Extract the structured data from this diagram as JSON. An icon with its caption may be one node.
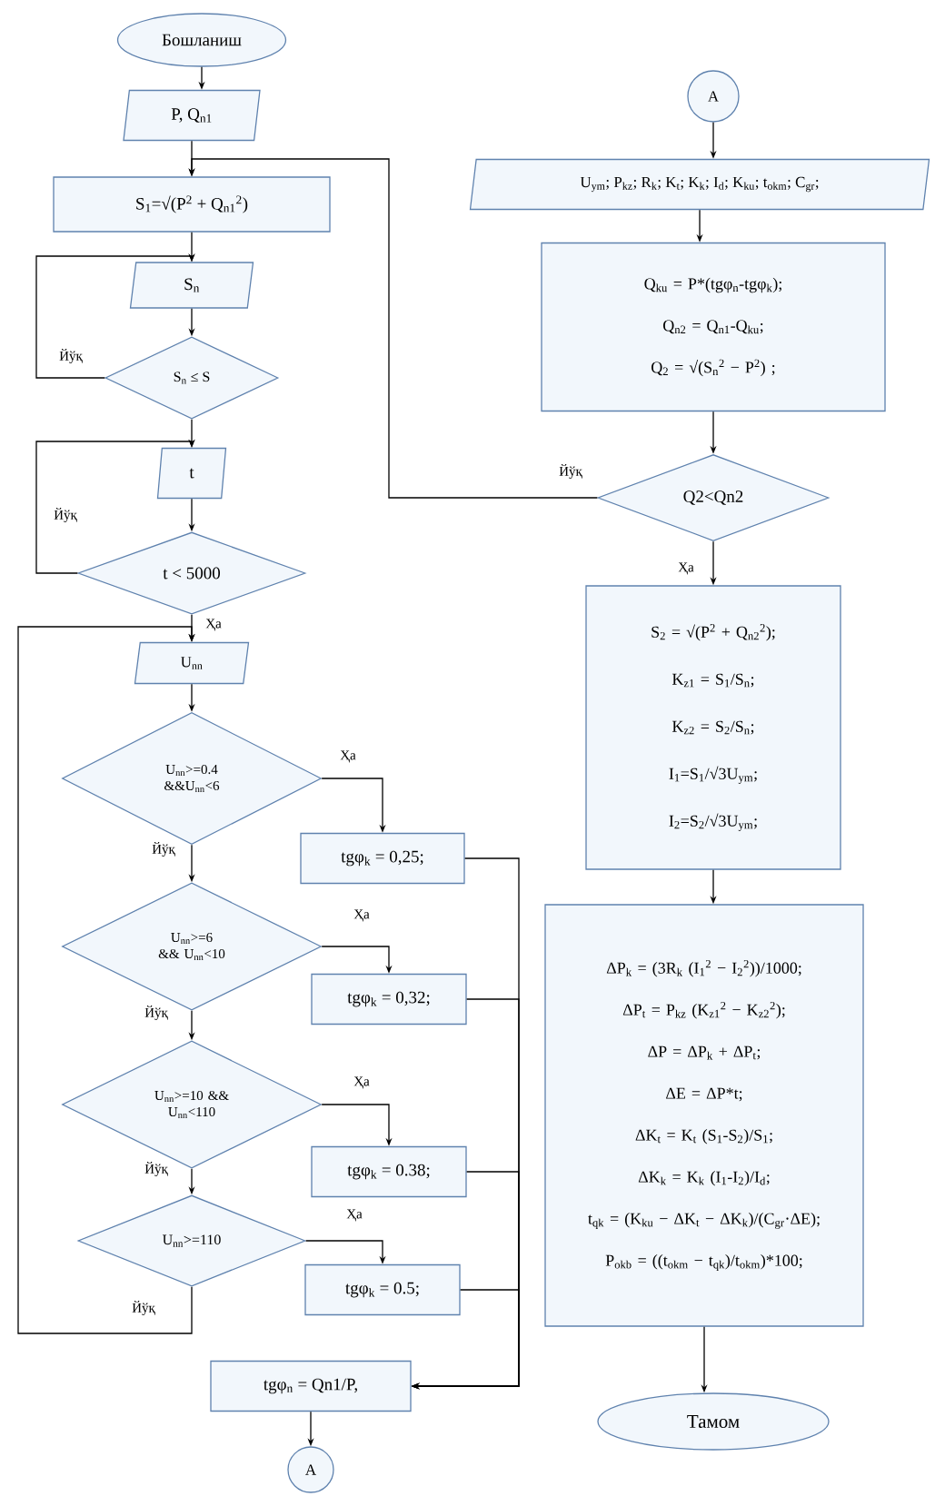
{
  "diagram": {
    "nodes": [
      {
        "text": [
          "Бошланиш"
        ]
      },
      {
        "text": [
          "P, Q$_{n1}$"
        ]
      },
      {
        "text": [
          "S$_{1}$=√(P$^{2}$ + Q$_{n1}$$^{2}$)"
        ]
      },
      {
        "text": [
          "S$_{n}$"
        ]
      },
      {
        "text": [
          "S$_{n}$ ≤ S"
        ]
      },
      {
        "text": [
          "t"
        ]
      },
      {
        "text": [
          "t < 5000"
        ]
      },
      {
        "text": [
          "U$_{nn}$"
        ]
      },
      {
        "text": [
          "U$_{nn}$>=0.4 &&U$_{nn}$<6"
        ]
      },
      {
        "text": [
          "tgφ$_{k}$ = 0,25;"
        ]
      },
      {
        "text": [
          "U$_{nn}$>=6 && U$_{nn}$<10"
        ]
      },
      {
        "text": [
          "tgφ$_{k}$ = 0,32;"
        ]
      },
      {
        "text": [
          "U$_{nn}$>=10 && U$_{nn}$<110"
        ]
      },
      {
        "text": [
          "tgφ$_{k}$ = 0.38;"
        ]
      },
      {
        "text": [
          "U$_{nn}$>=110"
        ]
      },
      {
        "text": [
          "tgφ$_{k}$ = 0.5;"
        ]
      },
      {
        "text": [
          "tgφ$_{n}$ = Qn1/P,"
        ]
      },
      {
        "text": [
          "A"
        ]
      },
      {
        "text": [
          "A"
        ]
      },
      {
        "text": [
          "U$_{ym}$; P$_{kz}$; R$_{k}$; K$_{t}$; K$_{k}$; I$_{d}$; K$_{ku}$; t$_{okm}$; C$_{gr}$;"
        ]
      },
      {
        "text": [
          "Q$_{ku}$ = P*(tgφ$_{n}$-tgφ$_{k}$);",
          "Q$_{n2}$ = Q$_{n1}$-Q$_{ku}$;",
          "Q$_{2}$ = √(S$_{n}$$^{2}$ − P$^{2}$) ;"
        ]
      },
      {
        "text": [
          "Q2<Qn2"
        ]
      },
      {
        "text": [
          "S$_{2}$ = √(P$^{2}$ + Q$_{n2}$$^{2}$);",
          "K$_{z1}$ = S$_{1}$/S$_{n}$;",
          "K$_{z2}$ = S$_{2}$/S$_{n}$;",
          "I$_{1}$=S$_{1}$/√3U$_{ym}$;",
          "I$_{2}$=S$_{2}$/√3U$_{ym}$;"
        ]
      },
      {
        "text": [
          "ΔP$_{k}$ = (3R$_{k}$ (I$_{1}$$^{2}$ − I$_{2}$$^{2}$))/1000;",
          "ΔP$_{t}$ = P$_{kz}$ (K$_{z1}$$^{2}$ − K$_{z2}$$^{2}$);",
          "ΔP = ΔP$_{k}$ + ΔP$_{t}$;",
          "ΔE = ΔP*t;",
          "ΔK$_{t}$ = K$_{t}$ (S$_{1}$-S$_{2}$)/S$_{1}$;",
          "ΔK$_{k}$ = K$_{k}$ (I$_{1}$-I$_{2}$)/I$_{d}$;",
          "t$_{qk}$ = (K$_{ku}$ − ΔK$_{t}$ − ΔK$_{k}$)/(C$_{gr}$·ΔE);",
          "P$_{okb}$ = ((t$_{okm}$ − t$_{qk}$)/t$_{okm}$)*100;"
        ]
      },
      {
        "text": [
          "Тамом"
        ]
      }
    ],
    "edges": [
      {
        "from": 0,
        "to": 1,
        "arrow": "to"
      },
      {
        "from": 1,
        "to": 2,
        "arrow": "to"
      },
      {
        "from": 2,
        "to": 3,
        "arrow": "to"
      },
      {
        "from": 3,
        "to": 4,
        "arrow": "to"
      },
      {
        "from": 4,
        "to": 3,
        "arrow": "to",
        "label": "Йўқ"
      },
      {
        "from": 4,
        "to": 5,
        "arrow": "to"
      },
      {
        "from": 5,
        "to": 6,
        "arrow": "to"
      },
      {
        "from": 6,
        "to": 5,
        "arrow": "to",
        "label": "Йўқ"
      },
      {
        "from": 6,
        "to": 7,
        "arrow": "to",
        "label": "Ҳа"
      },
      {
        "from": 7,
        "to": 8,
        "arrow": "to"
      },
      {
        "from": 8,
        "to": 9,
        "arrow": "to",
        "label": "Ҳа"
      },
      {
        "from": 8,
        "to": 10,
        "arrow": "to",
        "label": "Йўқ"
      },
      {
        "from": 10,
        "to": 11,
        "arrow": "to",
        "label": "Ҳа"
      },
      {
        "from": 10,
        "to": 12,
        "arrow": "to",
        "label": "Йўқ"
      },
      {
        "from": 12,
        "to": 13,
        "arrow": "to",
        "label": "Ҳа"
      },
      {
        "from": 12,
        "to": 14,
        "arrow": "to",
        "label": "Йўқ"
      },
      {
        "from": 14,
        "to": 15,
        "arrow": "to",
        "label": "Ҳа"
      },
      {
        "from": 14,
        "to": 7,
        "arrow": "to",
        "label": "Йўқ"
      },
      {
        "from": 9,
        "to": 16,
        "arrow": "to"
      },
      {
        "from": 11,
        "to": 16,
        "arrow": "to"
      },
      {
        "from": 13,
        "to": 16,
        "arrow": "to"
      },
      {
        "from": 15,
        "to": 16,
        "arrow": "to"
      },
      {
        "from": 16,
        "to": 17,
        "arrow": "to"
      },
      {
        "from": 18,
        "to": 19,
        "arrow": "to"
      },
      {
        "from": 19,
        "to": 20,
        "arrow": "to"
      },
      {
        "from": 20,
        "to": 21,
        "arrow": "to"
      },
      {
        "from": 21,
        "to": 2,
        "arrow": "to",
        "label": "Йўқ"
      },
      {
        "from": 21,
        "to": 22,
        "arrow": "to",
        "label": "Ҳа"
      },
      {
        "from": 22,
        "to": 23,
        "arrow": "to"
      },
      {
        "from": 23,
        "to": 24,
        "arrow": "to"
      }
    ]
  }
}
